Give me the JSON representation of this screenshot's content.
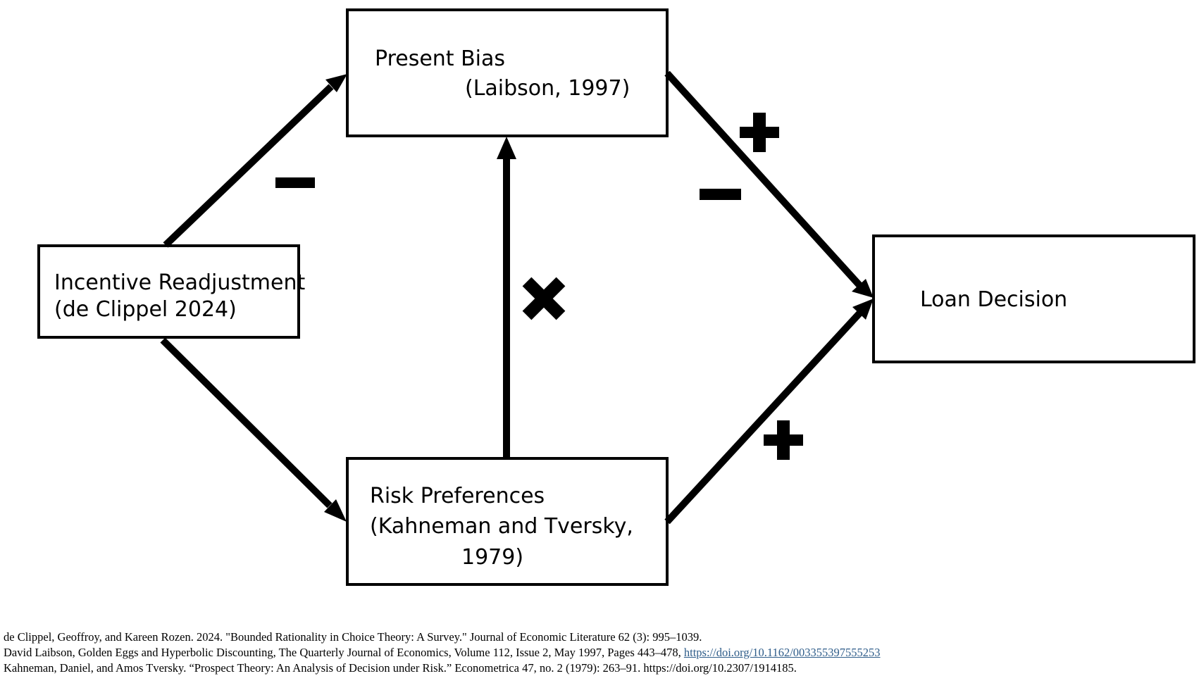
{
  "nodes": {
    "present_bias": {
      "line1": "Present Bias",
      "line2": "(Laibson, 1997)"
    },
    "incentive": {
      "line1": "Incentive Readjustment",
      "line2": "(de Clippel 2024)"
    },
    "risk": {
      "line1": "Risk Preferences",
      "line2": "(Kahneman and Tversky,",
      "line3": "1979)"
    },
    "loan": {
      "line1": "Loan Decision"
    }
  },
  "signs": {
    "incentive_to_present": "minus",
    "present_to_loan_upper": "plus",
    "present_to_loan_lower": "minus",
    "risk_to_present_link": "times",
    "risk_to_loan": "plus"
  },
  "references": [
    {
      "text": "de Clippel, Geoffroy, and Kareen Rozen. 2024. \"Bounded Rationality in Choice Theory: A Survey.\" Journal of Economic Literature 62 (3): 995–1039."
    },
    {
      "text": "David Laibson, Golden Eggs and Hyperbolic Discounting, The Quarterly Journal of Economics, Volume 112, Issue 2, May 1997, Pages 443–478, ",
      "link": "https://doi.org/10.1162/003355397555253"
    },
    {
      "text": "Kahneman, Daniel, and Amos Tversky. “Prospect Theory: An Analysis of Decision under Risk.” Econometrica 47, no. 2 (1979): 263–91. https://doi.org/10.2307/1914185."
    }
  ]
}
